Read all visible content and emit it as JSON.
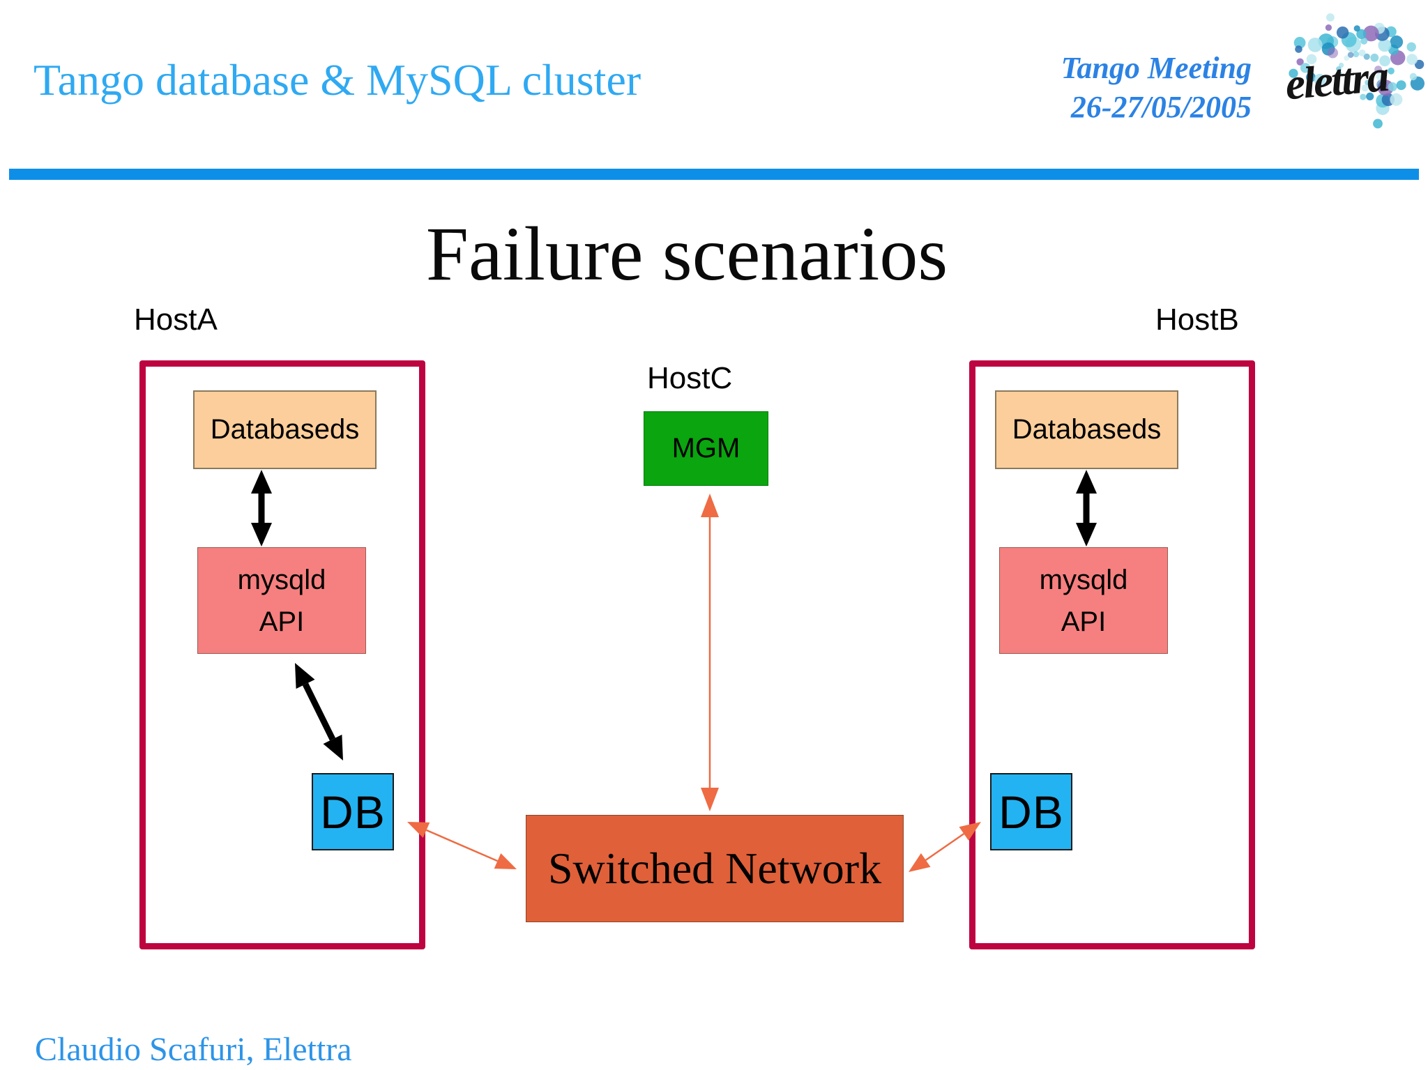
{
  "header": {
    "title": "Tango database & MySQL cluster",
    "meeting_line1": "Tango Meeting",
    "meeting_line2": "26-27/05/2005",
    "logo_text": "elettra"
  },
  "slide": {
    "title": "Failure scenarios",
    "footer": "Claudio Scafuri, Elettra"
  },
  "diagram": {
    "host_a": {
      "label": "HostA",
      "databaseds": "Databaseds",
      "mysqld_line1": "mysqld",
      "mysqld_line2": "API",
      "db": "DB"
    },
    "host_b": {
      "label": "HostB",
      "databaseds": "Databaseds",
      "mysqld_line1": "mysqld",
      "mysqld_line2": "API",
      "db": "DB"
    },
    "host_c": {
      "label": "HostC",
      "mgm": "MGM"
    },
    "network": {
      "label": "Switched Network"
    }
  },
  "colors": {
    "title_blue": "#2fa9f2",
    "meeting_blue": "#2b82e4",
    "footer_blue": "#2d94e8",
    "rule_blue": "#0d8fe8",
    "host_border": "#be0341",
    "databaseds_fill": "#fbce9b",
    "mysqld_fill": "#f5807f",
    "db_fill": "#23b3f2",
    "mgm_fill": "#0aa50f",
    "network_fill": "#e06039",
    "arrow_orange": "#ee6b43",
    "arrow_black": "#000000"
  }
}
